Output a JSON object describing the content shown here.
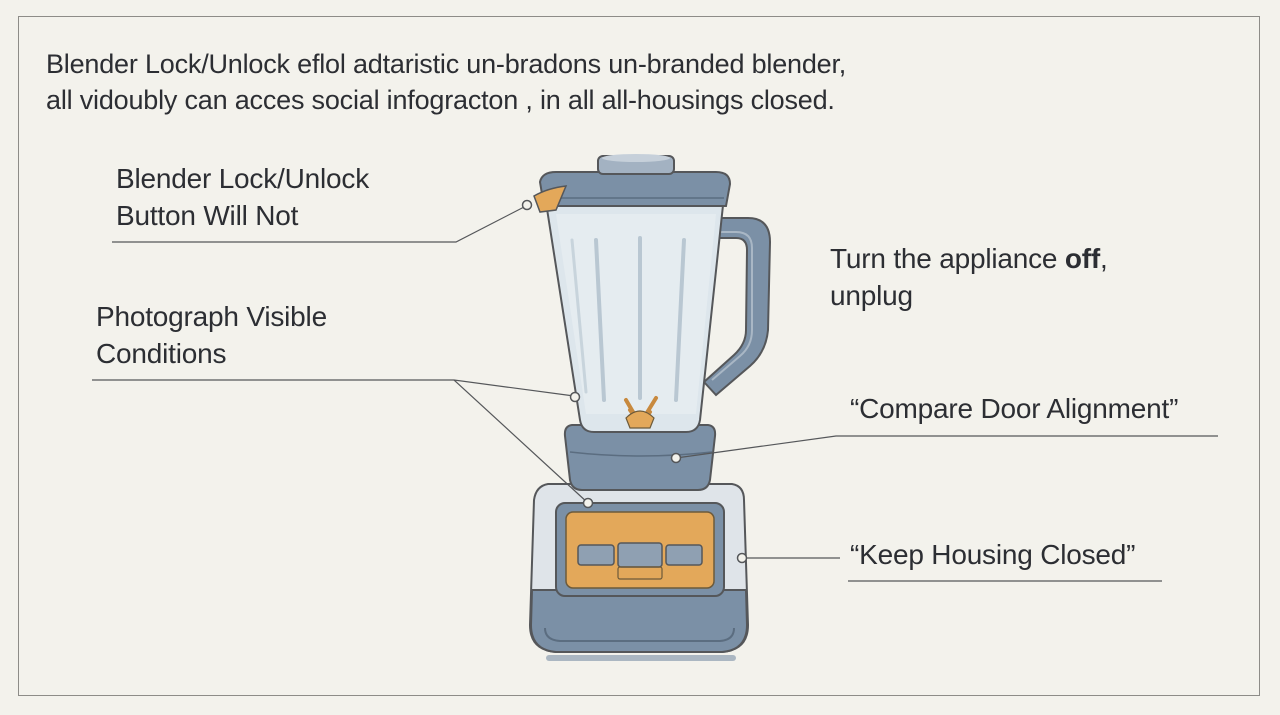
{
  "intro": {
    "line1": "Blender Lock/Unlock eflol adtaristic un-bradons un-branded blender,",
    "line2": "all vidoubly can acces social infogracton , in all all-housings closed."
  },
  "callouts": {
    "lock_button": {
      "line1": "Blender Lock/Unlock",
      "line2": "Button Will Not"
    },
    "photograph": {
      "line1": "Photograph Visible",
      "line2": "Conditions"
    },
    "turn_off": {
      "prefix": "Turn the appliance ",
      "bold": "off",
      "suffix": ",",
      "line2": "unplug"
    },
    "door_alignment": {
      "text": "“Compare Door Alignment”"
    },
    "keep_housing": {
      "text": "“Keep Housing Closed”"
    }
  },
  "colors": {
    "background": "#f3f2ec",
    "slate": "#7b90a6",
    "slate_dark": "#5b6d80",
    "jar": "#dde6ec",
    "base_light": "#dfe4e9",
    "accent_orange": "#e3a85a",
    "line": "#55575a"
  },
  "icons": {
    "illustration": "blender-illustration"
  }
}
